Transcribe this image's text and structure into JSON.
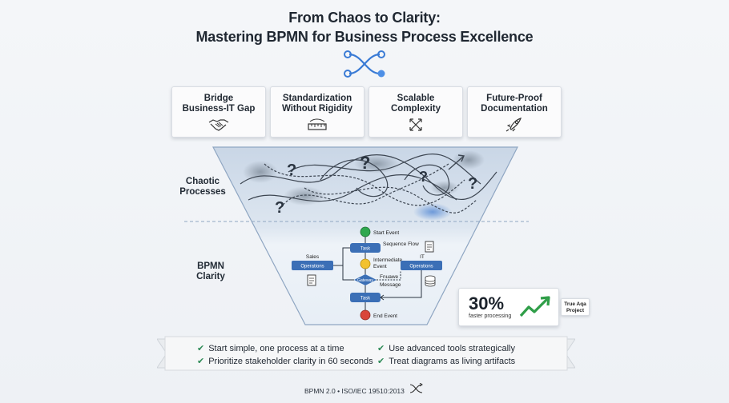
{
  "title": {
    "line1": "From Chaos to Clarity:",
    "line2": "Mastering BPMN for Business Process Excellence"
  },
  "benefits": [
    {
      "label": "Bridge\nBusiness-IT Gap",
      "icon": "handshake-icon"
    },
    {
      "label": "Standardization\nWithout Rigidity",
      "icon": "ruler-icon"
    },
    {
      "label": "Scalable\nComplexity",
      "icon": "expand-arrows-icon"
    },
    {
      "label": "Future-Proof\nDocumentation",
      "icon": "rocket-icon"
    }
  ],
  "funnel": {
    "top_label": "Chaotic\nProcesses",
    "bottom_label": "BPMN\nClarity",
    "question_marks": [
      "?",
      "?",
      "?",
      "?",
      "?"
    ]
  },
  "diagram": {
    "start_event": "Start Event",
    "sequence_flow": "Sequence Flow",
    "task_top": "Task",
    "intermediate_event": "Intermediate\nEvent",
    "gateway": "Gateway",
    "message_flow": "Fnuawe\nMessage",
    "task_bottom": "Task",
    "end_event": "End Event",
    "sales_label": "Sales",
    "sales_box": "Operations",
    "it_label": "IT",
    "it_box": "Operations"
  },
  "stat": {
    "value": "30%",
    "caption": "faster processing",
    "tag": "True Aqa\nProject"
  },
  "tips": [
    "Start simple, one process at a time",
    "Use advanced tools strategically",
    "Prioritize stakeholder clarity in 60 seconds",
    "Treat diagrams as living artifacts"
  ],
  "footer": "BPMN 2.0 • ISO/IEC 19510:2013",
  "colors": {
    "task_blue": "#3b6fb6",
    "start_green": "#2fa84f",
    "intermediate_yellow": "#f2c230",
    "end_red": "#d9463b",
    "check_green": "#2e8b57",
    "trend_green": "#2f9e48"
  }
}
